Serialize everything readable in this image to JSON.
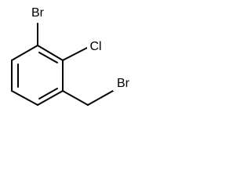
{
  "molecule": {
    "atoms": {
      "br1": "Br",
      "cl": "Cl",
      "br2": "Br"
    }
  }
}
